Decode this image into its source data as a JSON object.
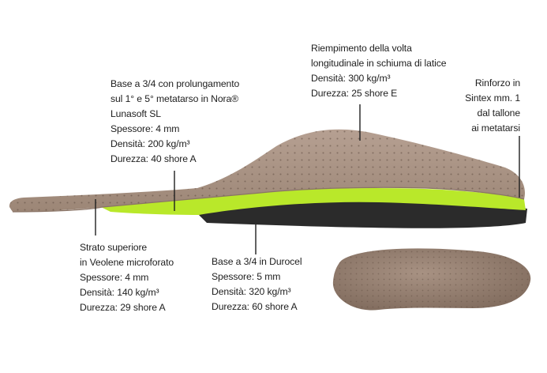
{
  "colors": {
    "leather": "#a68f80",
    "leather_dark": "#8a7466",
    "foam_green": "#b9e82a",
    "foam_dark": "#2b2b2b",
    "leader_line": "#1e1e1e"
  },
  "annotations": {
    "base_nora": {
      "lines": [
        "Base a 3/4 con prolungamento",
        "sul  1° e 5° metatarso in Nora®",
        "Lunasoft SL",
        "Spessore: 4 mm",
        "Densità: 200 kg/m³",
        "Durezza: 40 shore A"
      ]
    },
    "riempimento": {
      "lines": [
        "Riempimento della volta",
        "longitudinale in schiuma di latice",
        "Densità: 300 kg/m³",
        "Durezza: 25 shore E"
      ]
    },
    "rinforzo": {
      "lines": [
        "Rinforzo in",
        "Sintex mm. 1",
        "dal tallone",
        "ai metatarsi"
      ]
    },
    "strato_superiore": {
      "lines": [
        "Strato superiore",
        "in Veolene microforato",
        "Spessore: 4 mm",
        "Densità: 140 kg/m³",
        "Durezza: 29 shore  A"
      ]
    },
    "base_durocel": {
      "lines": [
        "Base a 3/4 in Durocel",
        "Spessore: 5 mm",
        "Densità: 320 kg/m³",
        "Durezza: 60 shore A"
      ]
    }
  }
}
